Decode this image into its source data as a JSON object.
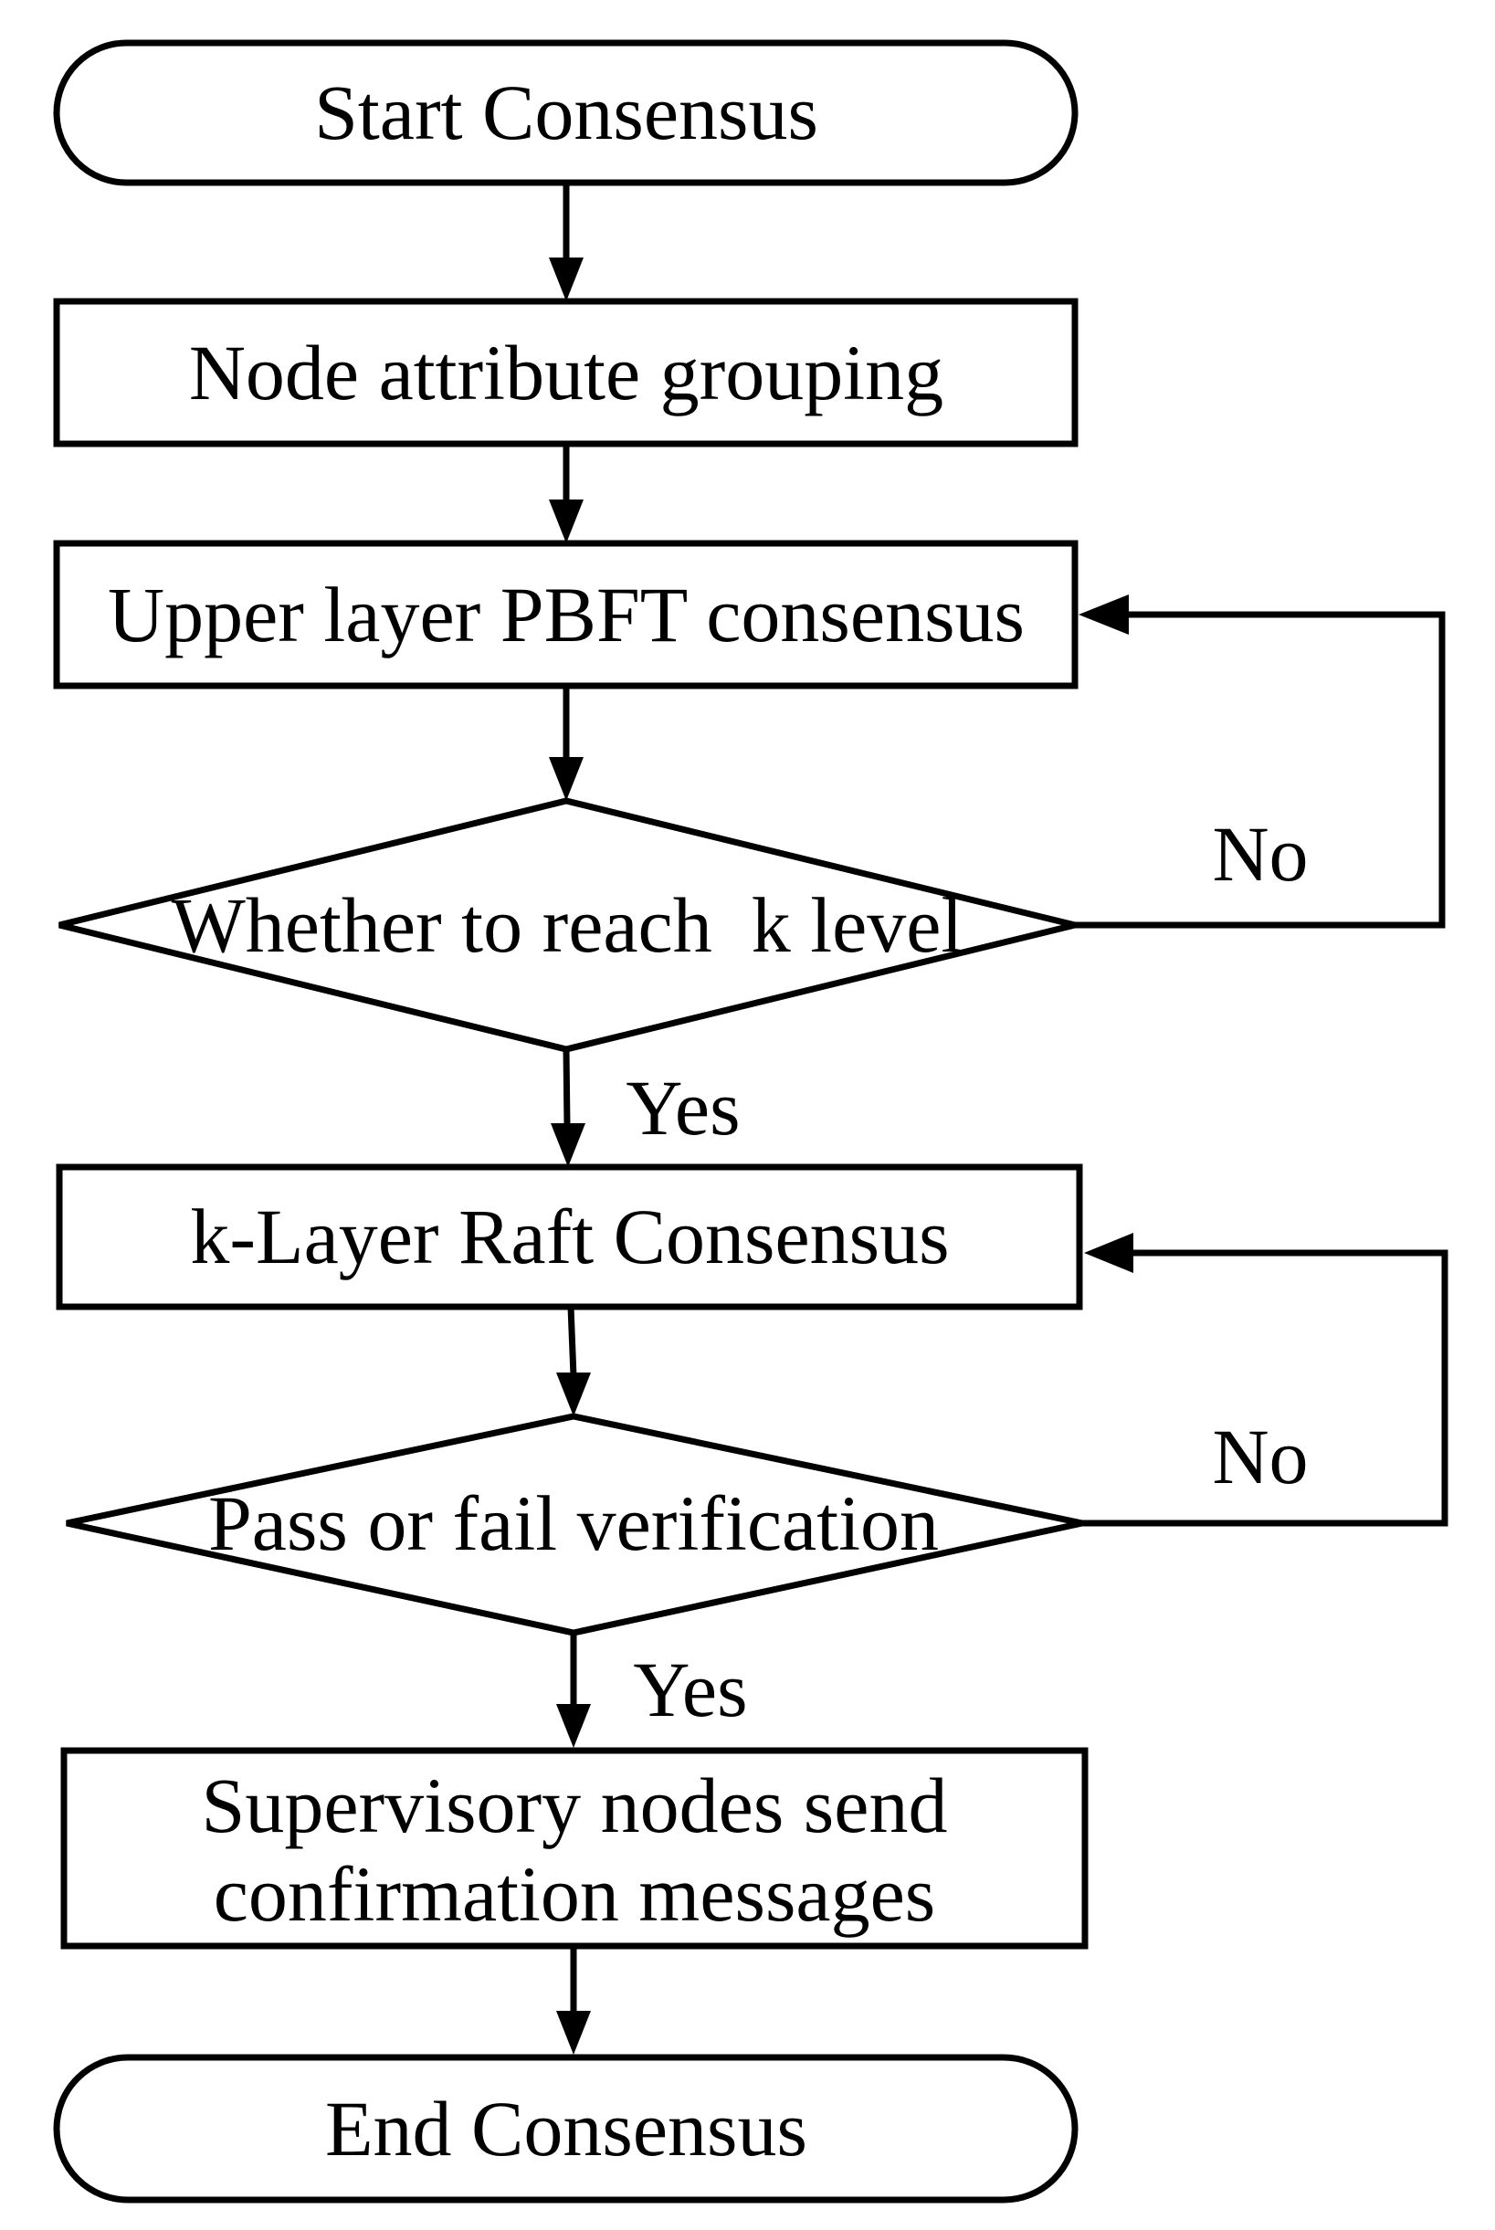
{
  "flowchart": {
    "start": {
      "label": "Start Consensus"
    },
    "grouping": {
      "label": "Node attribute grouping"
    },
    "pbft": {
      "label": "Upper layer PBFT consensus"
    },
    "k_level_check": {
      "label": "Whether to reach  k level",
      "yes_label": "Yes",
      "no_label": "No"
    },
    "raft": {
      "label": "k-Layer Raft Consensus"
    },
    "verification_check": {
      "label": "Pass or fail verification",
      "yes_label": "Yes",
      "no_label": "No"
    },
    "supervisory": {
      "label_lines": [
        "Supervisory nodes send",
        "confirmation messages"
      ]
    },
    "end": {
      "label": "End Consensus"
    }
  }
}
